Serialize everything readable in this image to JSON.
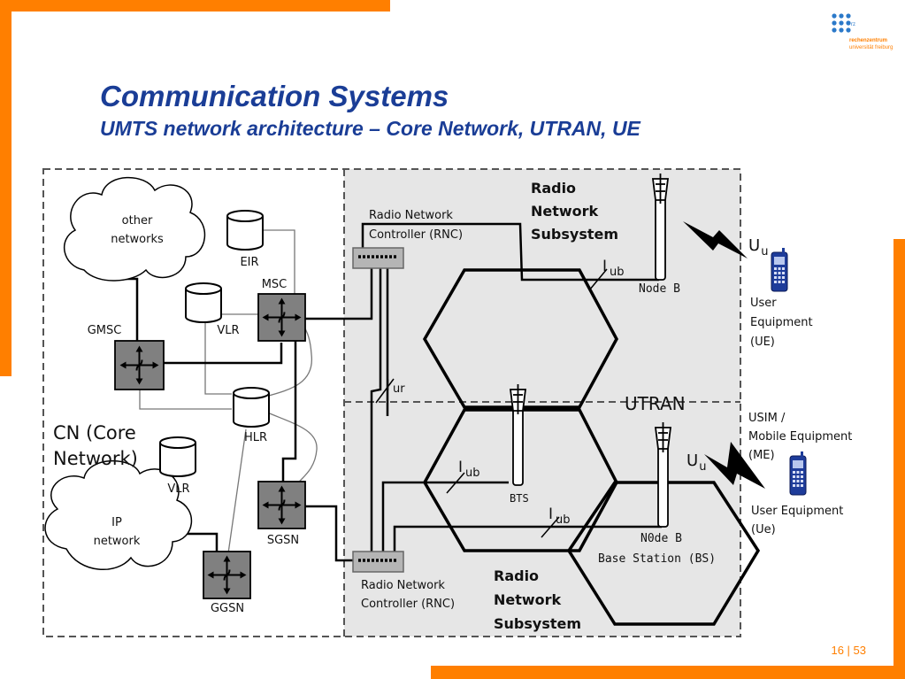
{
  "header": {
    "title": "Communication Systems",
    "subtitle": "UMTS network architecture – Core Network, UTRAN, UE",
    "logo_line1": "rechenzentrum",
    "logo_line2": "universität freiburg",
    "logo_mark": "rz"
  },
  "footer": {
    "page": "16 | 53"
  },
  "diagram": {
    "cn_label_line1": "CN (Core",
    "cn_label_line2": "Network)",
    "other_networks_line1": "other",
    "other_networks_line2": "networks",
    "ip_network_line1": "IP",
    "ip_network_line2": "network",
    "eir": "EIR",
    "msc": "MSC",
    "vlr_top": "VLR",
    "gmsc": "GMSC",
    "hlr": "HLR",
    "vlr_bottom": "VLR",
    "sgsn": "SGSN",
    "ggsn": "GGSN",
    "rnc_top_line1": "Radio Network",
    "rnc_top_line2": "Controller (RNC)",
    "rnc_bottom_line1": "Radio Network",
    "rnc_bottom_line2": "Controller (RNC)",
    "rns_top_line1": "Radio",
    "rns_top_line2": "Network",
    "rns_top_line3": "Subsystem",
    "rns_bottom_line1": "Radio",
    "rns_bottom_line2": "Network",
    "rns_bottom_line3": "Subsystem",
    "iub": "I",
    "iub_sub": "ub",
    "iur": "I",
    "iur_sub": "ur",
    "uu": "U",
    "uu_sub": "u",
    "node_b": "Node B",
    "bts": "BTS",
    "utran": "UTRAN",
    "node_b_bs_line1": "N0de B",
    "node_b_bs_line2": "Base Station (BS)",
    "ue_top_line1": "User",
    "ue_top_line2": "Equipment",
    "ue_top_line3": "(UE)",
    "usim_line1": "USIM /",
    "usim_line2": "Mobile Equipment",
    "usim_line3": "(ME)",
    "ue_bottom_line1": "User Equipment",
    "ue_bottom_line2": "(Ue)"
  },
  "colors": {
    "accent_orange": "#ff7f00",
    "title_blue": "#1a3d96",
    "switch_grey": "#808080",
    "utran_fill": "#e6e6e6"
  },
  "icons": [
    "switch-icon",
    "database-icon",
    "cloud-icon",
    "antenna-icon",
    "lightning-icon",
    "mobile-phone-icon"
  ]
}
